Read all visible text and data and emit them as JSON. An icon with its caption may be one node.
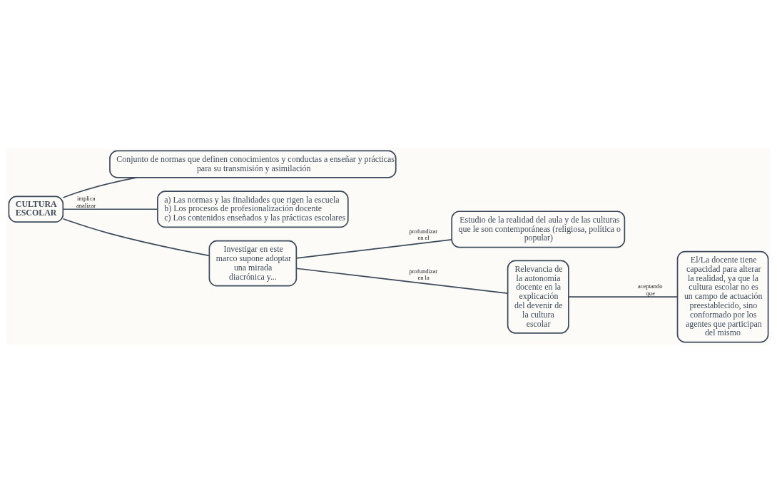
{
  "diagram": {
    "nodes": [
      {
        "text": [
          "CULTURA ESCOLAR"
        ]
      },
      {
        "text": [
          "Conjunto de normas que definen conocimientos y conductas a enseñar y prácticas para su transmisión y asimilación"
        ]
      },
      {
        "text": [
          "a) Las normas y las finalidades que rigen la escuela",
          "b) Los procesos de profesionalización docente",
          "c) Los contenidos enseñados y las prácticas escolares"
        ]
      },
      {
        "text": [
          "Investigar en este marco supone adoptar una mirada diacrónica y..."
        ]
      },
      {
        "text": [
          "Estudio de la realidad del aula y de las culturas que le son contemporáneas (religiosa, política o popular)"
        ]
      },
      {
        "text": [
          "Relevancia de la autonomía docente en la explicación del devenir de la cultura escolar"
        ]
      },
      {
        "text": [
          "El/La docente tiene capacidad para alterar la realidad, ya que la cultura escolar no es un campo de actuación preestablecido, sino conformado por los agentes que participan del mismo"
        ]
      }
    ],
    "edges": [
      {
        "from": 0,
        "to": 1,
        "arrow": "none"
      },
      {
        "from": 0,
        "to": 2,
        "arrow": "none",
        "label": "implica analizar"
      },
      {
        "from": 0,
        "to": 3,
        "arrow": "none"
      },
      {
        "from": 3,
        "to": 4,
        "arrow": "none",
        "label": "profundizar en el"
      },
      {
        "from": 3,
        "to": 5,
        "arrow": "none",
        "label": "profundizar en la"
      },
      {
        "from": 5,
        "to": 6,
        "arrow": "none",
        "label": "aceptando que"
      }
    ]
  }
}
